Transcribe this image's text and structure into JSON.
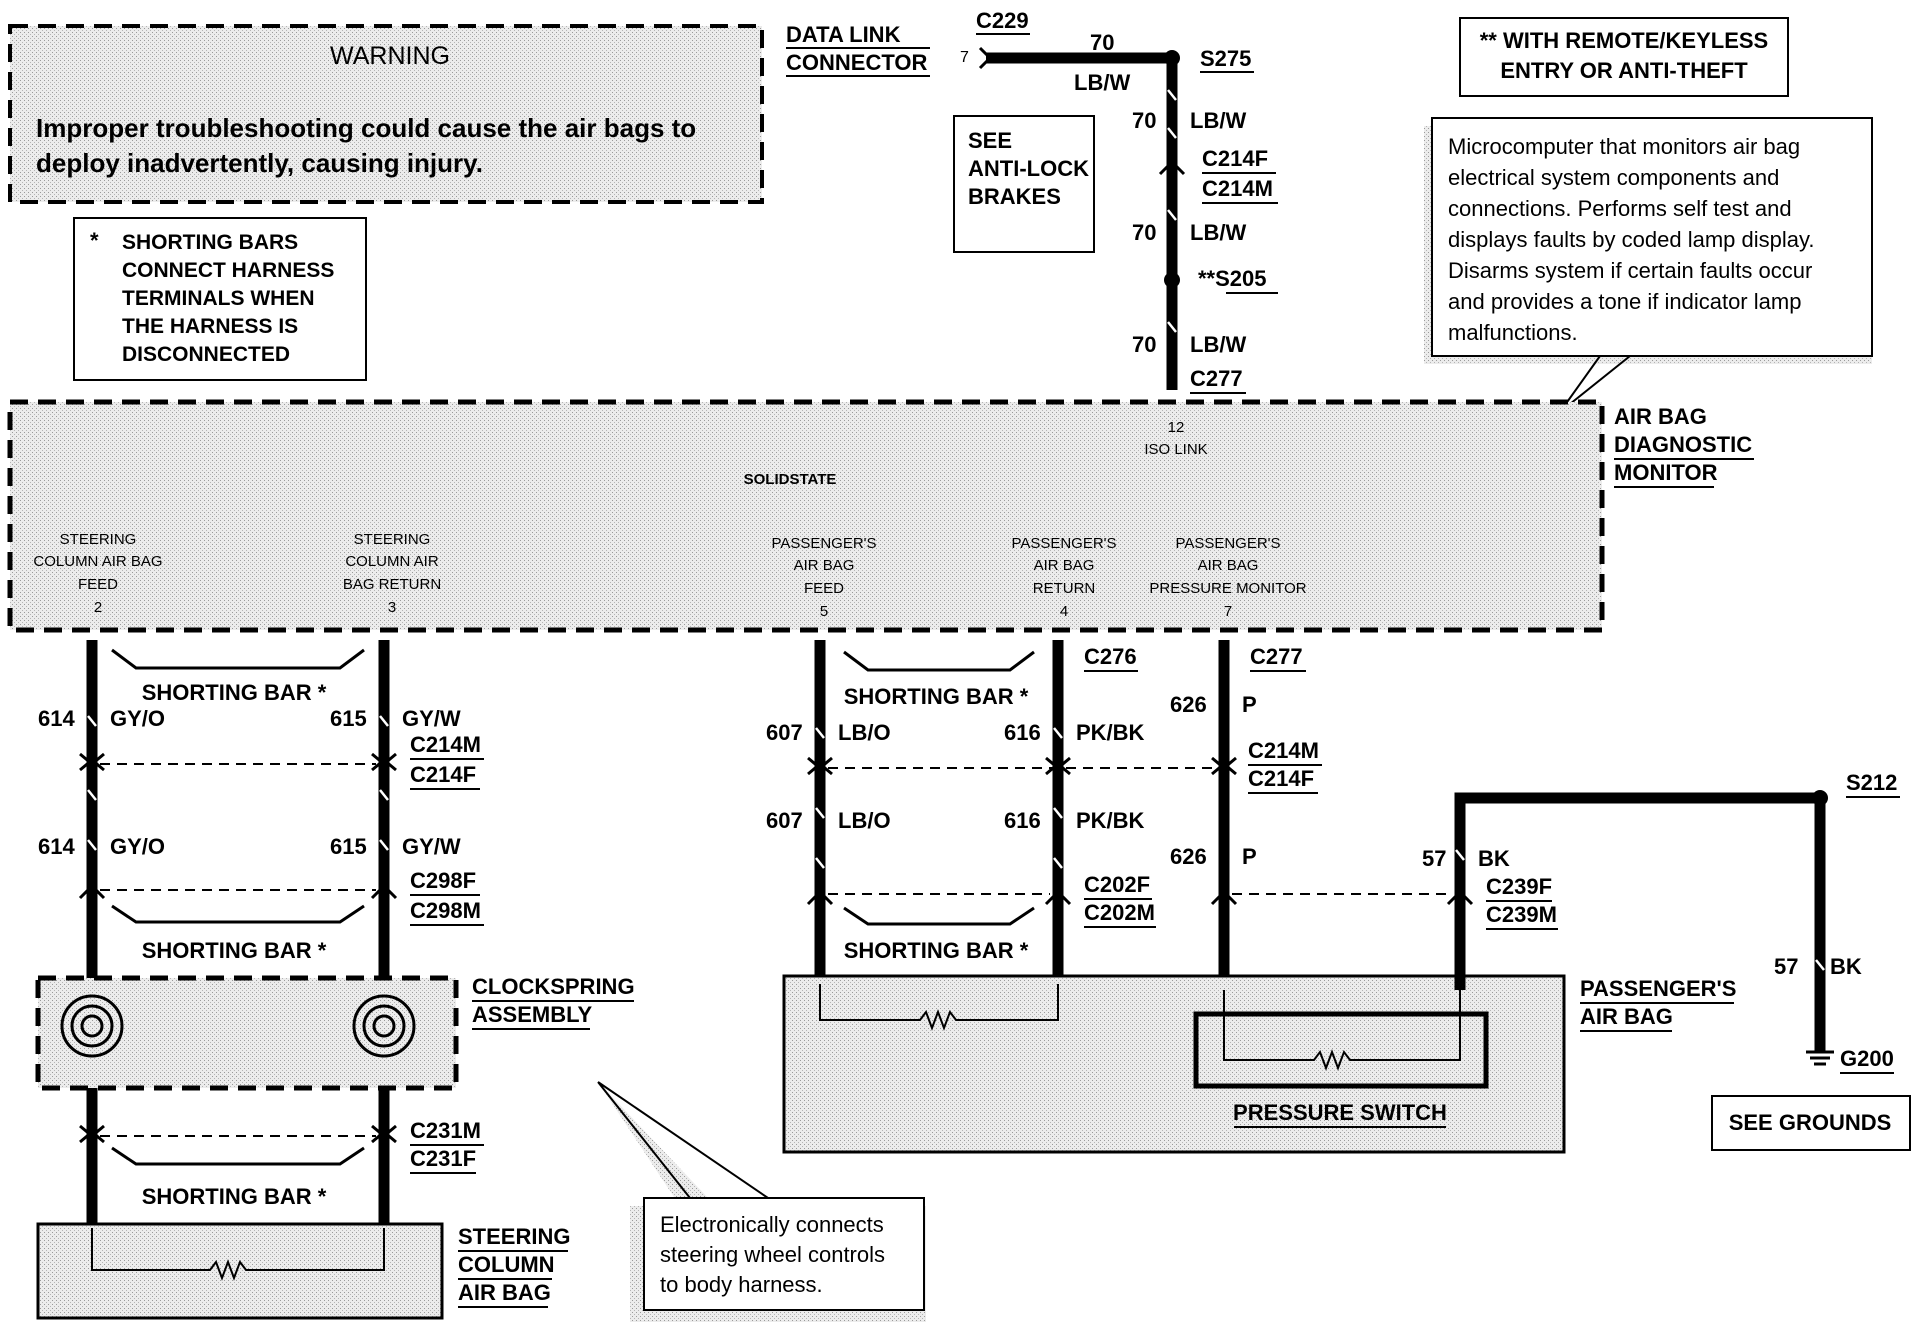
{
  "warning": {
    "title": "WARNING",
    "line1": "Improper troubleshooting could cause the air bags to",
    "line2": "deploy inadvertently, causing injury."
  },
  "notes": {
    "shorting_star": "*",
    "shorting_lines": [
      "SHORTING BARS",
      "CONNECT HARNESS",
      "TERMINALS WHEN",
      "THE HARNESS IS",
      "DISCONNECTED"
    ],
    "remote_line1": "** WITH REMOTE/KEYLESS",
    "remote_line2": "ENTRY OR ANTI-THEFT",
    "anti_lock": [
      "SEE",
      "ANTI-LOCK",
      "BRAKES"
    ],
    "micro": [
      "Microcomputer that monitors air bag",
      "electrical system components and",
      "connections.  Performs self test and",
      "displays faults by coded lamp display.",
      "Disarms system if certain faults occur",
      "and provides a tone if indicator lamp",
      "malfunctions."
    ],
    "clockspring_desc": [
      "Electronically connects",
      "steering wheel controls",
      "to body harness."
    ],
    "see_grounds": "SEE GROUNDS"
  },
  "data_link": {
    "line1": "DATA LINK",
    "line2": "CONNECTOR",
    "connector": "C229",
    "pin": "7",
    "circuit": "70",
    "color": "LB/W"
  },
  "top_wire": {
    "splice1": "S275",
    "circuit": "70",
    "color": "LB/W",
    "conn_f": "C214F",
    "conn_m": "C214M",
    "splice2": "**S205",
    "conn_bottom": "C277",
    "pin": "12",
    "pin_label": "ISO LINK"
  },
  "module": {
    "name": [
      "AIR BAG",
      "DIAGNOSTIC",
      "MONITOR"
    ],
    "solidstate": "SOLIDSTATE",
    "pins": [
      {
        "lines": [
          "STEERING",
          "COLUMN AIR BAG",
          "FEED"
        ],
        "num": "2"
      },
      {
        "lines": [
          "STEERING",
          "COLUMN AIR",
          "BAG RETURN"
        ],
        "num": "3"
      },
      {
        "lines": [
          "PASSENGER'S",
          "AIR BAG",
          "FEED"
        ],
        "num": "5"
      },
      {
        "lines": [
          "PASSENGER'S",
          "AIR BAG",
          "RETURN"
        ],
        "num": "4"
      },
      {
        "lines": [
          "PASSENGER'S",
          "AIR BAG",
          "PRESSURE MONITOR"
        ],
        "num": "7"
      }
    ]
  },
  "steering": {
    "shorting_bar": "SHORTING BAR *",
    "w1_circuit": "614",
    "w1_color": "GY/O",
    "w2_circuit": "615",
    "w2_color": "GY/W",
    "c1_m": "C214M",
    "c1_f": "C214F",
    "c2_f": "C298F",
    "c2_m": "C298M",
    "clockspring": [
      "CLOCKSPRING",
      "ASSEMBLY"
    ],
    "c3_m": "C231M",
    "c3_f": "C231F",
    "airbag": [
      "STEERING",
      "COLUMN",
      "AIR BAG"
    ]
  },
  "passenger": {
    "shorting_bar": "SHORTING BAR *",
    "conn_top": "C276",
    "w1_circuit": "607",
    "w1_color": "LB/O",
    "w2_circuit": "616",
    "w2_color": "PK/BK",
    "w3_circuit": "626",
    "w3_color": "P",
    "conn_p": "C277",
    "c1_m": "C214M",
    "c1_f": "C214F",
    "c2_f": "C202F",
    "c2_m": "C202M",
    "airbag": [
      "PASSENGER'S",
      "AIR BAG"
    ],
    "pressure_switch": "PRESSURE SWITCH"
  },
  "ground": {
    "circuit": "57",
    "color": "BK",
    "conn_f": "C239F",
    "conn_m": "C239M",
    "splice": "S212",
    "g": "G200"
  }
}
